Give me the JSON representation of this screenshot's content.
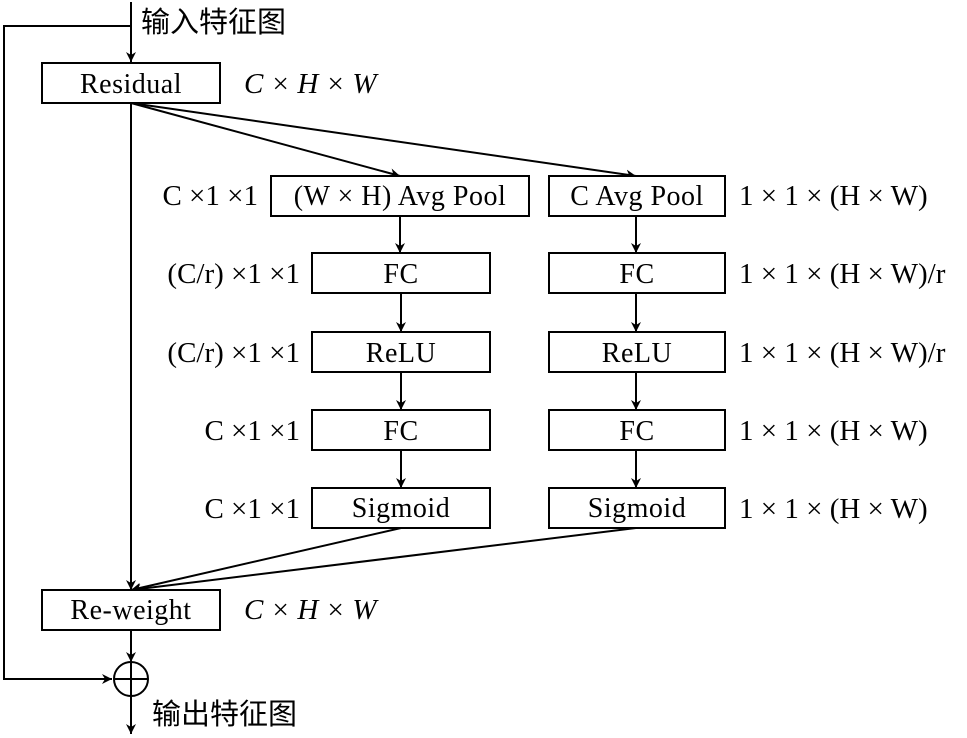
{
  "io": {
    "input_label": "输入特征图",
    "output_label": "输出特征图"
  },
  "blocks": {
    "residual": "Residual",
    "reweight": "Re-weight"
  },
  "dims": {
    "residual": "C × H × W",
    "reweight": "C × H × W"
  },
  "channel_branch": {
    "boxes": {
      "pool": "(W × H) Avg Pool",
      "fc1": "FC",
      "relu": "ReLU",
      "fc2": "FC",
      "sigmoid": "Sigmoid"
    },
    "dims": {
      "pool": "C ×1 ×1",
      "fc1": "(C/r) ×1 ×1",
      "relu": "(C/r) ×1 ×1",
      "fc2": "C ×1 ×1",
      "sigmoid": "C ×1 ×1"
    }
  },
  "spatial_branch": {
    "boxes": {
      "pool": "C Avg Pool",
      "fc1": "FC",
      "relu": "ReLU",
      "fc2": "FC",
      "sigmoid": "Sigmoid"
    },
    "dims": {
      "pool": "1 × 1 × (H × W)",
      "fc1": "1 × 1 × (H × W)/r",
      "relu": "1 × 1 × (H × W)/r",
      "fc2": "1 × 1 × (H × W)",
      "sigmoid": "1 × 1 × (H × W)"
    }
  },
  "colors": {
    "stroke": "#000000",
    "background": "#ffffff"
  },
  "icons": {
    "sum": "circle-plus-icon"
  }
}
